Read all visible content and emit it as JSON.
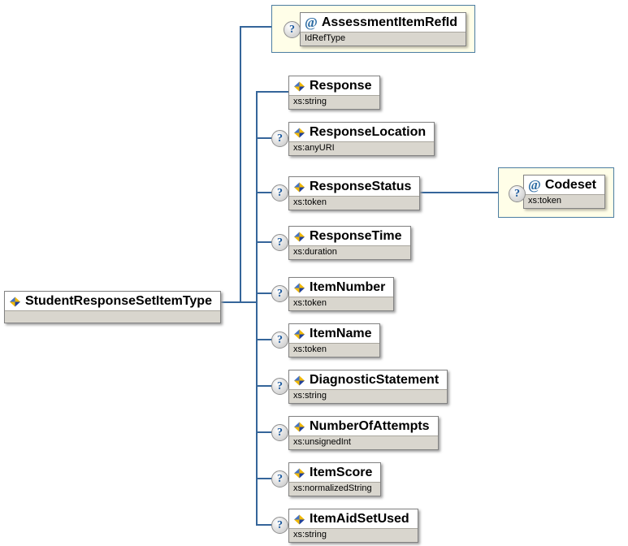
{
  "diagram": {
    "root": {
      "label": "StudentResponseSetItemType"
    },
    "top_attribute": {
      "optional_marker": "?",
      "symbol": "@",
      "label": "AssessmentItemRefId",
      "type": "IdRefType"
    },
    "codeset_attribute": {
      "optional_marker": "?",
      "symbol": "@",
      "label": "Codeset",
      "type": "xs:token",
      "attached_to": "ResponseStatus"
    },
    "elements": [
      {
        "label": "Response",
        "type": "xs:string",
        "optional_marker": ""
      },
      {
        "label": "ResponseLocation",
        "type": "xs:anyURI",
        "optional_marker": "?"
      },
      {
        "label": "ResponseStatus",
        "type": "xs:token",
        "optional_marker": "?"
      },
      {
        "label": "ResponseTime",
        "type": "xs:duration",
        "optional_marker": "?"
      },
      {
        "label": "ItemNumber",
        "type": "xs:token",
        "optional_marker": "?"
      },
      {
        "label": "ItemName",
        "type": "xs:token",
        "optional_marker": "?"
      },
      {
        "label": "DiagnosticStatement",
        "type": "xs:string",
        "optional_marker": "?"
      },
      {
        "label": "NumberOfAttempts",
        "type": "xs:unsignedInt",
        "optional_marker": "?"
      },
      {
        "label": "ItemScore",
        "type": "xs:normalizedString",
        "optional_marker": "?"
      },
      {
        "label": "ItemAidSetUsed",
        "type": "xs:string",
        "optional_marker": "?"
      }
    ],
    "colors": {
      "connector": "#35659a",
      "group_background": "#fffee8",
      "group_border": "#4c7da1",
      "type_strip": "#d9d6ce",
      "box_border": "#828282",
      "optional_mark": "#1d5a9e",
      "attribute_symbol": "#2e6da4",
      "icon_blue": "#4472c4",
      "icon_navy": "#1f3f99",
      "icon_yellow": "#f0b807"
    }
  }
}
